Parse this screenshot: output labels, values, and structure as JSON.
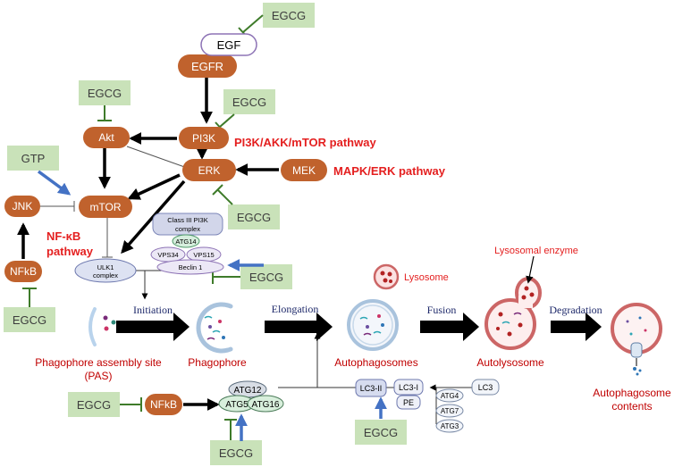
{
  "inhibitor": "EGCG",
  "promoter": "GTP",
  "proteins": {
    "egf": "EGF",
    "egfr": "EGFR",
    "pi3k": "PI3K",
    "akt": "Akt",
    "erk": "ERK",
    "mek": "MEK",
    "mtor": "mTOR",
    "jnk": "JNK",
    "nfkb_upper": "NFkB",
    "nfkb_lower": "NFkB",
    "ulk1_line1": "ULK1",
    "ulk1_line2": "complex",
    "pi3k_complex_line1": "Class III PI3K",
    "pi3k_complex_line2": "complex",
    "atg14": "ATG14",
    "vps34": "VPS34",
    "vps15": "VPS15",
    "beclin1": "Beclin 1",
    "atg12": "ATG12",
    "atg5": "ATG5",
    "atg16": "ATG16",
    "lc3_ii": "LC3-II",
    "lc3_i": "LC3-I",
    "pe": "PE",
    "lc3": "LC3",
    "atg4": "ATG4",
    "atg7": "ATG7",
    "atg3": "ATG3"
  },
  "pathways": {
    "pi3k_akt_mtor": "PI3K/AKK/mTOR pathway",
    "mapk_erk": "MAPK/ERK pathway",
    "nfkb_line1": "NF-κB",
    "nfkb_line2": "pathway"
  },
  "steps": {
    "initiation": "Initiation",
    "elongation": "Elongation",
    "fusion": "Fusion",
    "degradation": "Degradation"
  },
  "stages": {
    "pas_line1": "Phagophore assembly site",
    "pas_line2": "(PAS)",
    "phagophore": "Phagophore",
    "autophagosomes": "Autophagosomes",
    "autolysosome": "Autolysosome",
    "contents_line1": "Autophagosome",
    "contents_line2": "contents",
    "lysosome": "Lysosome",
    "lysosomal_enzyme": "Lysosomal enzyme"
  },
  "colors": {
    "protein_fill": "#c0622d",
    "egcg_fill": "#c9e2b9",
    "inhibit_line": "#3e7b2a",
    "activate_blue": "#4472c4",
    "pathway_red": "#e41f1f",
    "stage_red": "#c00000",
    "lavender_fill": "#ece8f6",
    "lavender_stroke": "#8d73b5"
  }
}
